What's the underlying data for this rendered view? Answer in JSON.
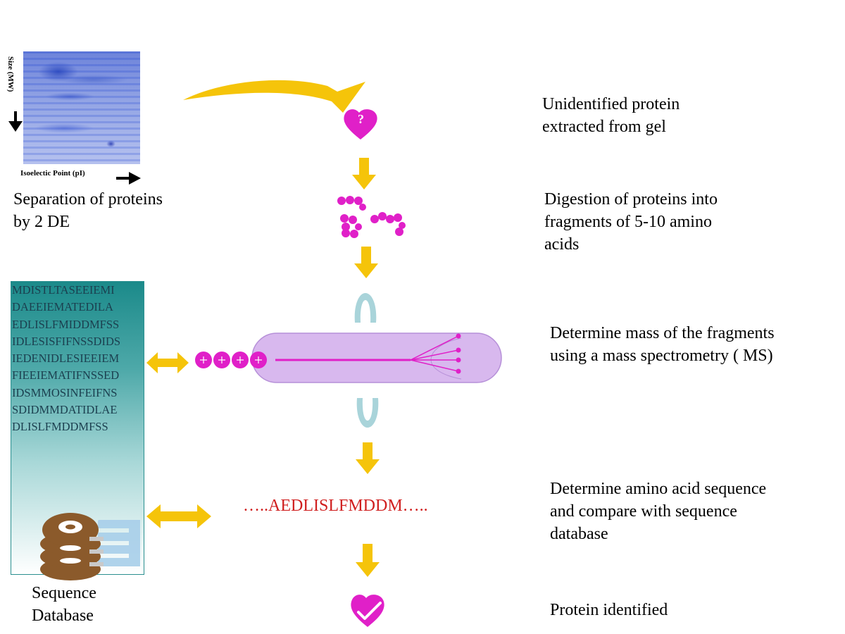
{
  "gel": {
    "y_axis_label": "Size (MW)",
    "x_axis_label": "Isoelectic Point (pI)",
    "caption_line1": "Separation of proteins",
    "caption_line2": "by 2 DE"
  },
  "steps": {
    "extract": {
      "line1": "Unidentified protein",
      "line2": "extracted from gel",
      "icon_text": "?"
    },
    "digest": {
      "line1": "Digestion of proteins into",
      "line2": "fragments of 5-10 amino",
      "line3": "acids"
    },
    "mass": {
      "line1": "Determine mass of the fragments",
      "line2": "using a mass spectrometry ( MS)"
    },
    "sequence": {
      "line1": "Determine amino acid sequence",
      "line2": "and compare with sequence",
      "line3": "database"
    },
    "identified": {
      "line1": "Protein identified"
    }
  },
  "peptide_sequence": "…..AEDLISLFMDDM…..",
  "sequence_database": {
    "lines": [
      "MDISTLTASEEIEMI",
      "DAEEIEMATEDILA",
      "EDLISLFMIDDMFSS",
      "IDLESISFIFNSSDIDS",
      "IEDENIDLESIEEIEM",
      "FIEEIEMATIFNSSED",
      "IDSMMOSINFEIFNS",
      "SDIDMMDATIDLAE",
      "DLISLFMDDMFSS"
    ],
    "label_line1": "Sequence",
    "label_line2": "Database"
  },
  "colors": {
    "arrow": "#f5c40a",
    "protein": "#e020c8",
    "peptide_text": "#d02020",
    "panel": "#1b8a8a",
    "ms_tube": "#d8b8ee",
    "ms_ring": "#a9d4da",
    "disk": "#8b5a2b"
  }
}
